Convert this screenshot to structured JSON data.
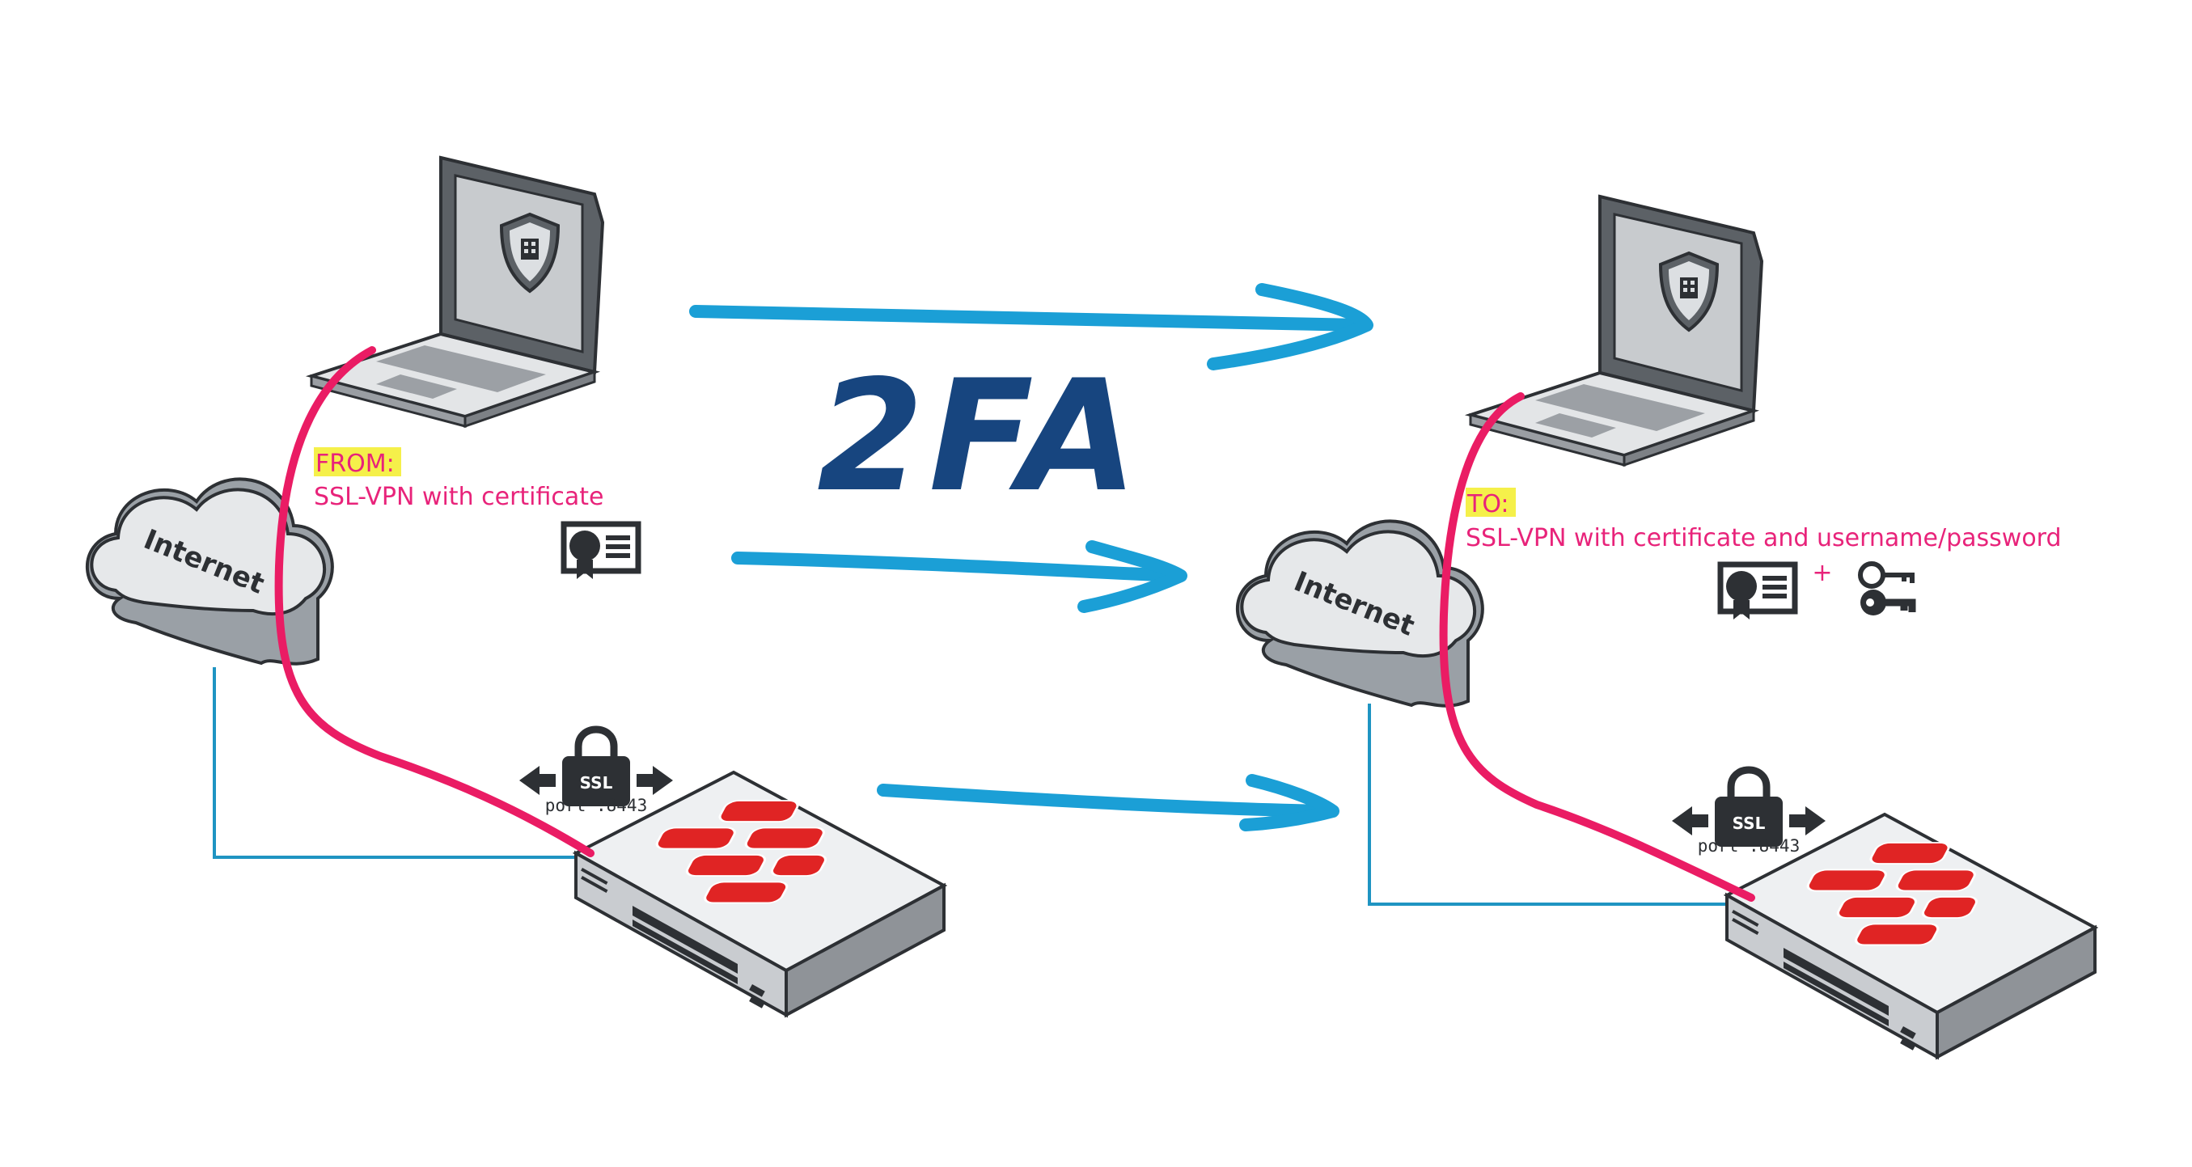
{
  "title": "2FA",
  "left": {
    "label_heading": "FROM:",
    "label_text": "SSL-VPN with certificate",
    "cloud_label": "Internet",
    "ssl_badge": "SSL",
    "port_label": "port :8443",
    "credential_icons": [
      "ssl-certificate-icon"
    ]
  },
  "right": {
    "label_heading": "TO:",
    "label_text": "SSL-VPN with certificate and username/password",
    "cloud_label": "Internet",
    "ssl_badge": "SSL",
    "port_label": "port :8443",
    "plus": "+",
    "credential_icons": [
      "ssl-certificate-icon",
      "keys-icon"
    ]
  },
  "colors": {
    "tunnel": "#ea1c64",
    "arrow": "#1b9fd6",
    "wan_line": "#1f94c2",
    "title": "#17457f",
    "label": "#e8237a",
    "highlight": "#f5f04a",
    "fortinet_red": "#e02424"
  }
}
